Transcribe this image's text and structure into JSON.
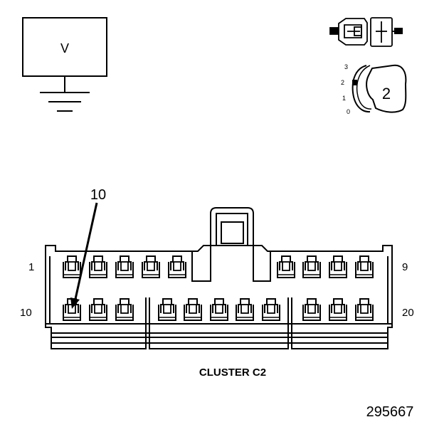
{
  "meter": {
    "label": "V"
  },
  "key_switch": {
    "positions": [
      "3",
      "2",
      "1",
      "0"
    ],
    "selected": "2"
  },
  "connector": {
    "name": "CLUSTER C2",
    "callout": "10",
    "pin_labels": {
      "top_left": "1",
      "top_right": "9",
      "bottom_left": "10",
      "bottom_right": "20"
    }
  },
  "figure_number": "295667",
  "icons": [
    "voltmeter-icon",
    "ground-symbol-icon",
    "connector-plug-icon",
    "ignition-key-icon"
  ]
}
